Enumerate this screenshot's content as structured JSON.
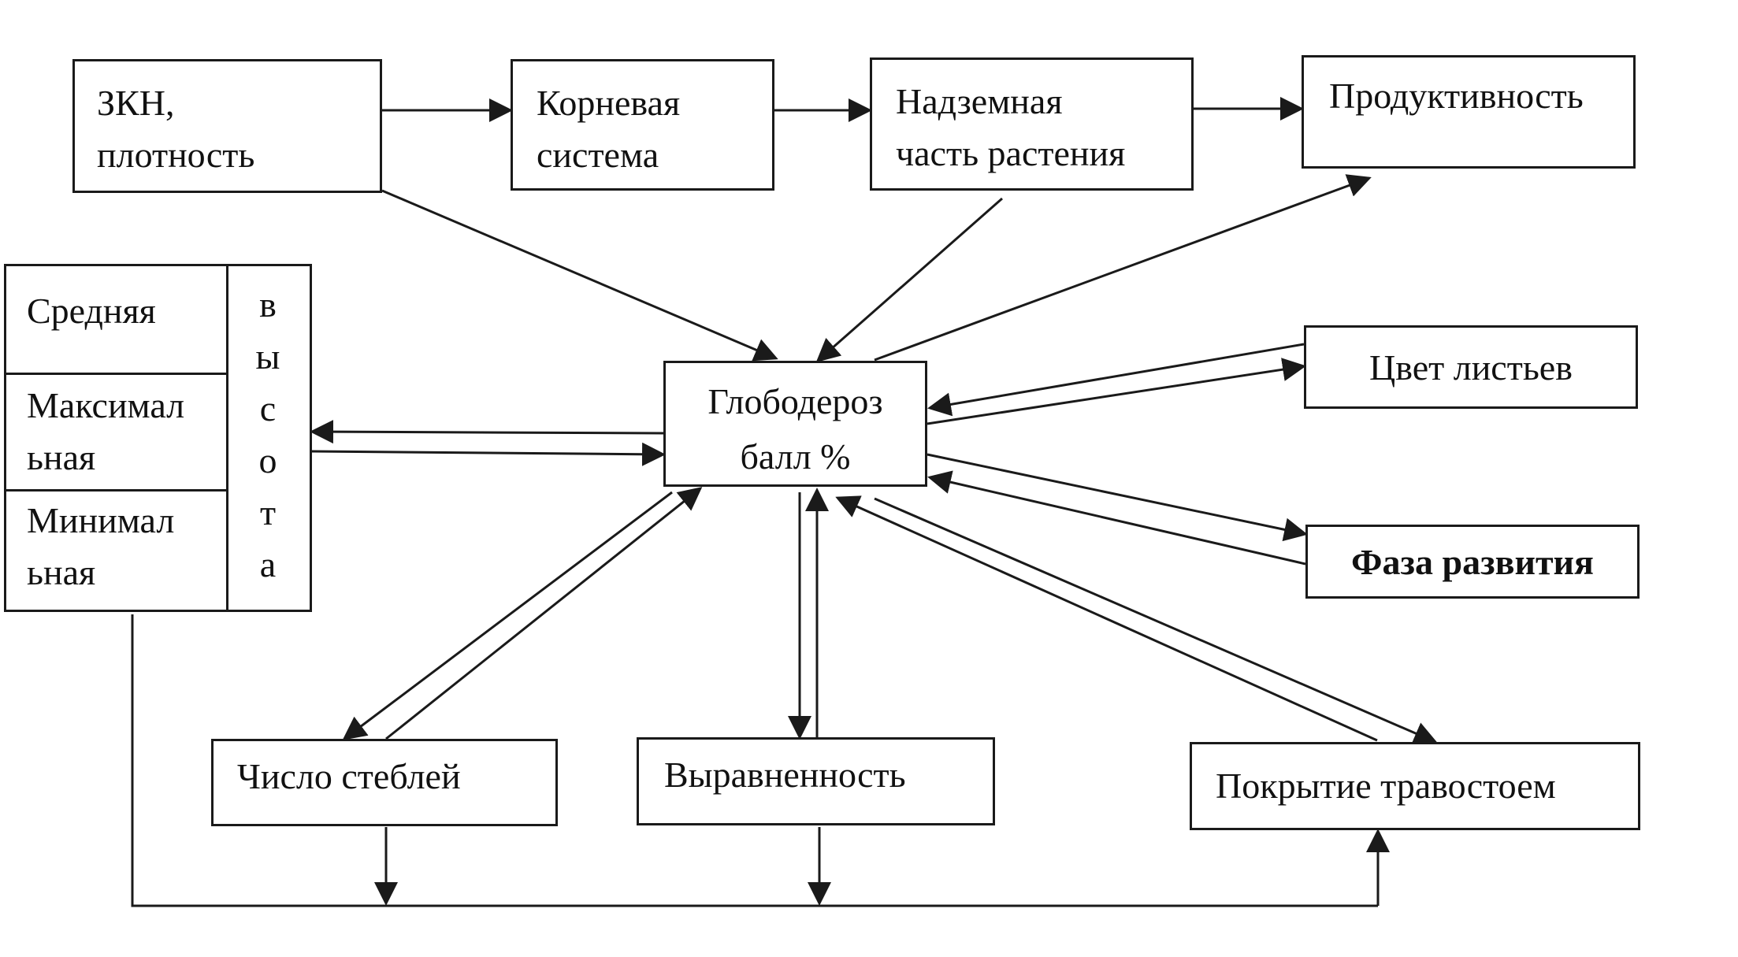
{
  "nodes": {
    "zkn": "ЗКН,\nплотность",
    "root": "Корневая\nсистема",
    "above": "Надземная\nчасть растения",
    "prod": "Продуктивность",
    "center": "Глободероз\nбалл %",
    "leaf_color": "Цвет листьев",
    "phase": "Фаза развития",
    "stems": "Число стеблей",
    "evenness": "Выравненность",
    "cover": "Покрытие травостоем"
  },
  "height_table": {
    "rows": [
      "Средняя",
      "Максимал\nьная",
      "Минимал\nьная"
    ],
    "side_letters": [
      "в",
      "ы",
      "с",
      "о",
      "т",
      "а"
    ]
  }
}
